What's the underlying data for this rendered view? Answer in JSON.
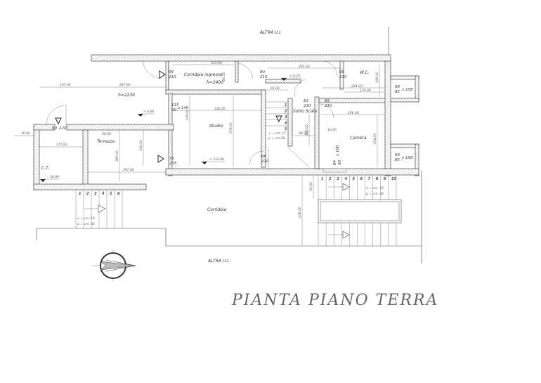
{
  "labels": {
    "neighbor_top": "ALTRA U.I.",
    "neighbor_bottom": "ALTRA U.I.",
    "corridoio_ingresso": "Corridoio ingresso",
    "corridoio_ingresso_h": "h=2400",
    "ingresso_h": "h=2230",
    "studio": "Studio",
    "terrazza": "Terrazza",
    "ct": "C.T.",
    "sotto_scala": "Sotto Scala",
    "wc": "W.C.",
    "camera": "Camera",
    "corridoio": "Corridoio"
  },
  "dimensions": {
    "d1": "195.00",
    "d2": "297.00",
    "d3": "343.00",
    "d4": "90.00",
    "d5": "285.00",
    "d6": "81.00",
    "d7": "336.00",
    "d8": "179.00",
    "d9": "279.00",
    "d10": "258.00",
    "d11": "174.00",
    "d12": "180.00",
    "d13": "266.00",
    "d14": "254.00",
    "d15": "88.00",
    "d16": "168.00",
    "d17": "10.00",
    "d18": "175.00",
    "d19": "30.00",
    "d20": "297.00",
    "d21": "265.00",
    "d22": "190.00",
    "d23": "32.00",
    "d24": "276.00",
    "d25": "30.00"
  },
  "levels": {
    "l1": "+ 0.00",
    "l2": "+ 0.10",
    "l3": "+ 112.00",
    "l4": "- 30.00"
  },
  "openings": {
    "o1": [
      "94",
      "210"
    ],
    "o2": [
      "80",
      "210"
    ],
    "o3": [
      "69",
      "210"
    ],
    "o4": [
      "115",
      "90"
    ],
    "o4x": "x 140",
    "o5": [
      "70",
      "235"
    ],
    "o6": [
      "66",
      "210"
    ],
    "o7": [
      "63",
      "210"
    ],
    "o8": [
      "65",
      "210"
    ],
    "o9": [
      "69",
      "85"
    ],
    "o9x": "x 158",
    "o10": [
      "69",
      "85"
    ],
    "o10x": "x 158",
    "o11": [
      "84",
      "30"
    ],
    "o11x": "x 100",
    "o12": [
      "90",
      "220"
    ]
  },
  "stairs": {
    "left_steps": [
      "1",
      "2",
      "3",
      "4",
      "5",
      "6"
    ],
    "right_steps": [
      "1",
      "2",
      "3",
      "4",
      "5",
      "6",
      "7",
      "8",
      "9",
      "10"
    ],
    "inner_steps": [
      "1",
      "2",
      "3",
      "4",
      "5"
    ],
    "riser": "a = cm. 16",
    "tread": "p = cm. 30",
    "riser_inner": "a = cm. 17",
    "tread_inner": "p = cm.29"
  },
  "title": "PIANTA PIANO TERRA"
}
